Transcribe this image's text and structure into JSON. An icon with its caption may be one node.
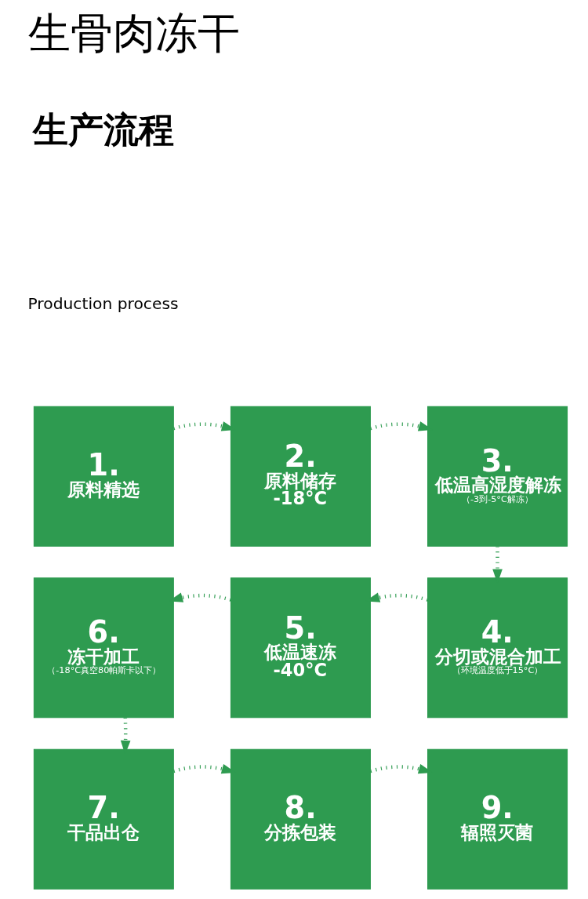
{
  "diagram": {
    "title": "生骨肉冻干",
    "nodes": [
      {
        "text": [
          "1.",
          "原料精选"
        ]
      },
      {
        "text": [
          "2.",
          "原料储存 -18°C"
        ]
      },
      {
        "text": [
          "3.",
          "低温高湿度解冻",
          "（-3到-5°C解冻）"
        ]
      },
      {
        "text": [
          "4.",
          "分切或混合加工",
          "（环境温度低于15°C）"
        ]
      },
      {
        "text": [
          "5.",
          "低温速冻 -40°C"
        ]
      },
      {
        "text": [
          "6.",
          "冻干加工",
          "（-18°C真空80帕斯卡以下）"
        ]
      },
      {
        "text": [
          "7.",
          "干品出仓"
        ]
      },
      {
        "text": [
          "8.",
          "分拣包装"
        ]
      },
      {
        "text": [
          "9.",
          "辐照灭菌"
        ]
      }
    ],
    "edges": [
      {
        "from": 0,
        "to": 1,
        "arrow": "to",
        "style": "dashed"
      },
      {
        "from": 1,
        "to": 2,
        "arrow": "to",
        "style": "dashed"
      },
      {
        "from": 2,
        "to": 3,
        "arrow": "to",
        "style": "dashed"
      },
      {
        "from": 3,
        "to": 4,
        "arrow": "to",
        "style": "dashed"
      },
      {
        "from": 4,
        "to": 5,
        "arrow": "to",
        "style": "dashed"
      },
      {
        "from": 5,
        "to": 6,
        "arrow": "to",
        "style": "dashed"
      },
      {
        "from": 6,
        "to": 7,
        "arrow": "to",
        "style": "dashed"
      },
      {
        "from": 7,
        "to": 8,
        "arrow": "to",
        "style": "dashed"
      }
    ],
    "labels": [
      "生产流程",
      "Production process"
    ]
  }
}
